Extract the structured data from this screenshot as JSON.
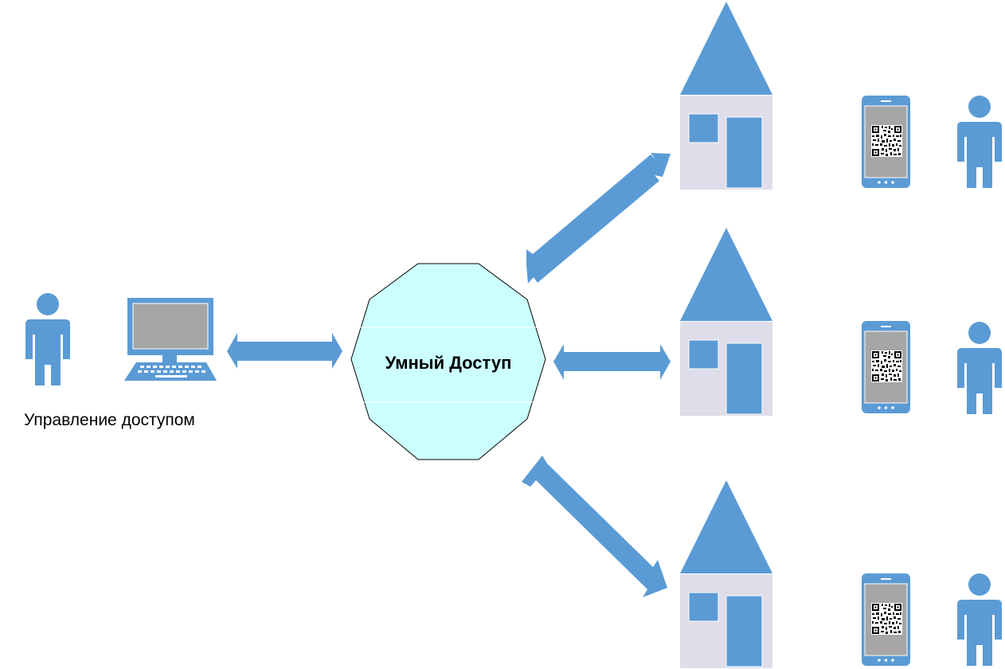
{
  "diagram": {
    "hub": {
      "label": "Умный Доступ",
      "fill": "#ccffff",
      "stroke": "#000000"
    },
    "admin": {
      "label": "Управление доступом"
    },
    "colors": {
      "icon": "#5b9bd5",
      "house_wall": "#dedde9",
      "screen": "#a6a6a6",
      "background": "#ffffff"
    },
    "branches": [
      {
        "id": "top",
        "house": "house-icon",
        "phone": "smartphone-qr-icon",
        "person": "person-icon"
      },
      {
        "id": "middle",
        "house": "house-icon",
        "phone": "smartphone-qr-icon",
        "person": "person-icon"
      },
      {
        "id": "bottom",
        "house": "house-icon",
        "phone": "smartphone-qr-icon",
        "person": "person-icon"
      }
    ],
    "connections": [
      {
        "from": "admin-computer",
        "to": "hub",
        "type": "bidirectional"
      },
      {
        "from": "hub",
        "to": "house-top",
        "type": "bidirectional"
      },
      {
        "from": "hub",
        "to": "house-middle",
        "type": "bidirectional"
      },
      {
        "from": "hub",
        "to": "house-bottom",
        "type": "bidirectional"
      }
    ]
  }
}
